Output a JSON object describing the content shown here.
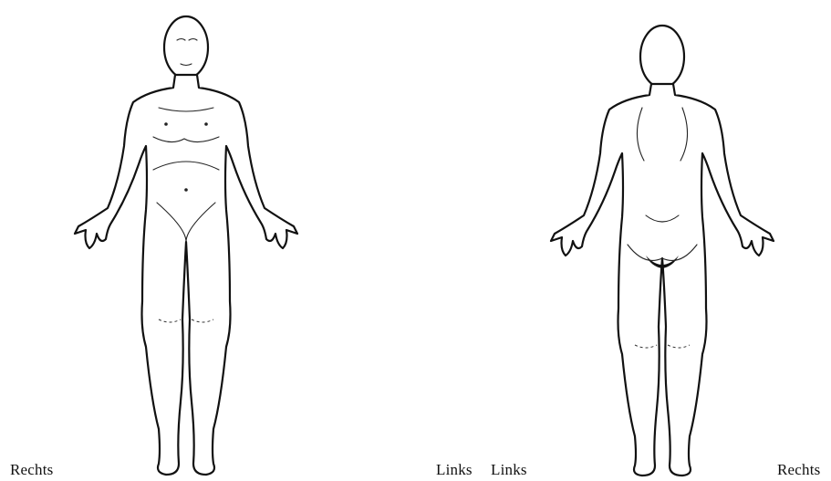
{
  "labels": {
    "front_right": "Rechts",
    "front_left": "Links",
    "back_left": "Links",
    "back_right": "Rechts"
  }
}
